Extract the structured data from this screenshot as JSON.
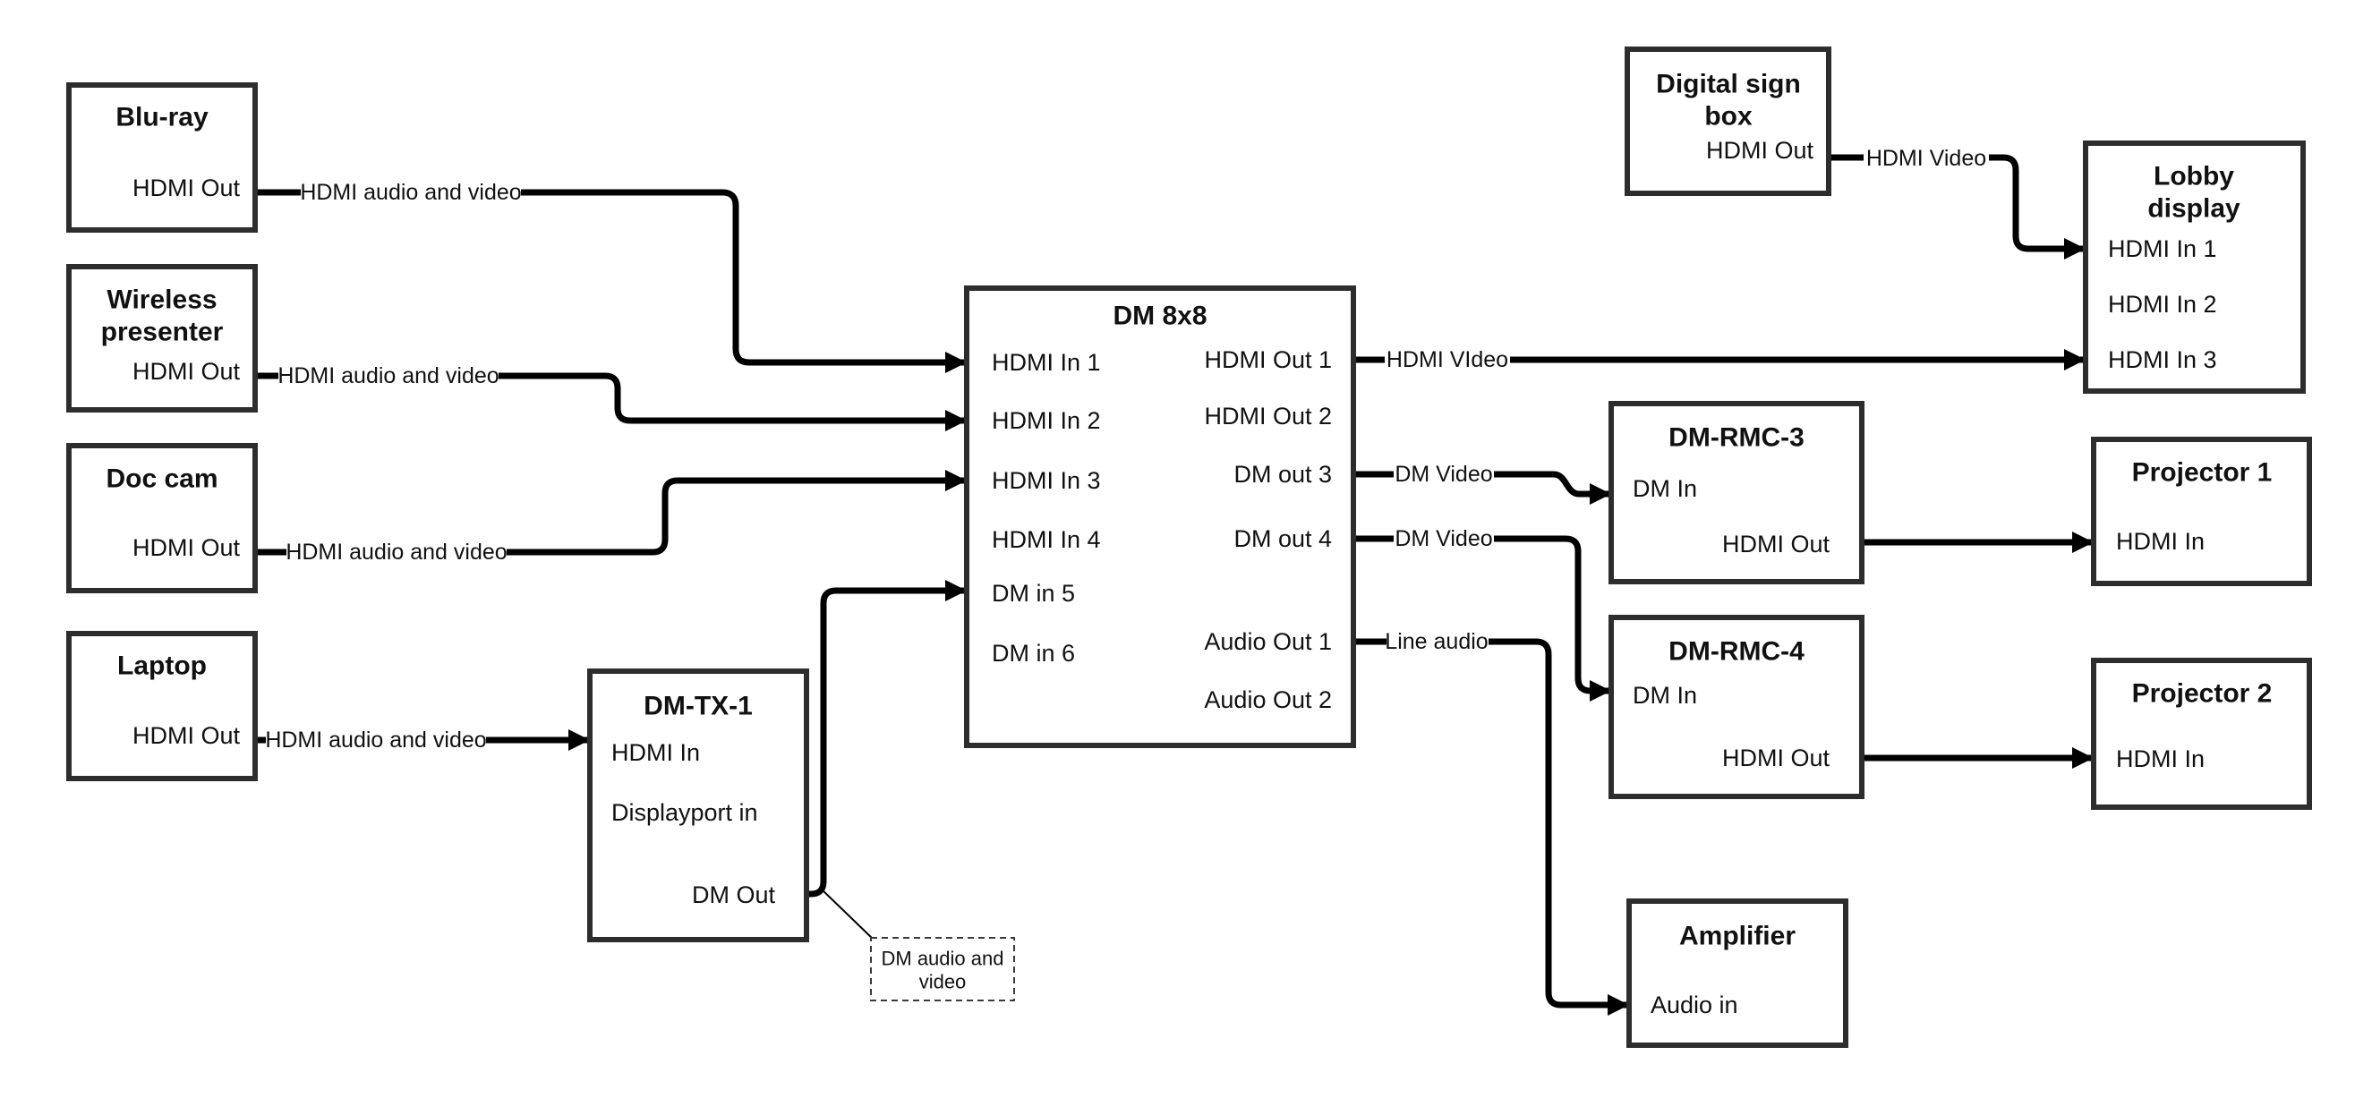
{
  "colors": {
    "line": "#000000",
    "border": "#2d2d2d",
    "text": "#111111",
    "background": "#ffffff"
  },
  "nodes": {
    "bluray": {
      "title": "Blu-ray",
      "port_out": "HDMI Out"
    },
    "wireless_presenter": {
      "title_line1": "Wireless",
      "title_line2": "presenter",
      "port_out": "HDMI Out"
    },
    "doc_cam": {
      "title": "Doc cam",
      "port_out": "HDMI Out"
    },
    "laptop": {
      "title": "Laptop",
      "port_out": "HDMI Out"
    },
    "dm_tx_1": {
      "title": "DM-TX-1",
      "port_hdmi_in": "HDMI In",
      "port_displayport_in": "Displayport in",
      "port_dm_out": "DM Out"
    },
    "dm_8x8": {
      "title": "DM 8x8",
      "in_1": "HDMI In 1",
      "in_2": "HDMI In 2",
      "in_3": "HDMI In 3",
      "in_4": "HDMI In 4",
      "in_5": "DM in 5",
      "in_6": "DM in 6",
      "out_1": "HDMI Out 1",
      "out_2": "HDMI Out 2",
      "out_3": "DM out 3",
      "out_4": "DM out 4",
      "audio_out_1": "Audio Out 1",
      "audio_out_2": "Audio Out 2"
    },
    "digital_sign_box": {
      "title_line1": "Digital sign",
      "title_line2": "box",
      "port_out": "HDMI Out"
    },
    "lobby_display": {
      "title_line1": "Lobby",
      "title_line2": "display",
      "in_1": "HDMI In 1",
      "in_2": "HDMI In 2",
      "in_3": "HDMI In 3"
    },
    "dm_rmc_3": {
      "title": "DM-RMC-3",
      "port_in": "DM In",
      "port_out": "HDMI Out"
    },
    "dm_rmc_4": {
      "title": "DM-RMC-4",
      "port_in": "DM In",
      "port_out": "HDMI Out"
    },
    "projector_1": {
      "title": "Projector 1",
      "port_in": "HDMI In"
    },
    "projector_2": {
      "title": "Projector 2",
      "port_in": "HDMI In"
    },
    "amplifier": {
      "title": "Amplifier",
      "port_in": "Audio in"
    }
  },
  "connection_labels": {
    "bluray_link": "HDMI audio and video",
    "wireless_link": "HDMI audio and video",
    "doc_cam_link": "HDMI audio and video",
    "laptop_link": "HDMI audio and video",
    "hdmi_out_1_link": "HDMI VIdeo",
    "dm_out_3_link": "DM Video",
    "dm_out_4_link": "DM Video",
    "audio_out_1_link": "Line audio",
    "digital_sign_link": "HDMI Video"
  },
  "note": {
    "line1": "DM audio and",
    "line2": "video"
  }
}
